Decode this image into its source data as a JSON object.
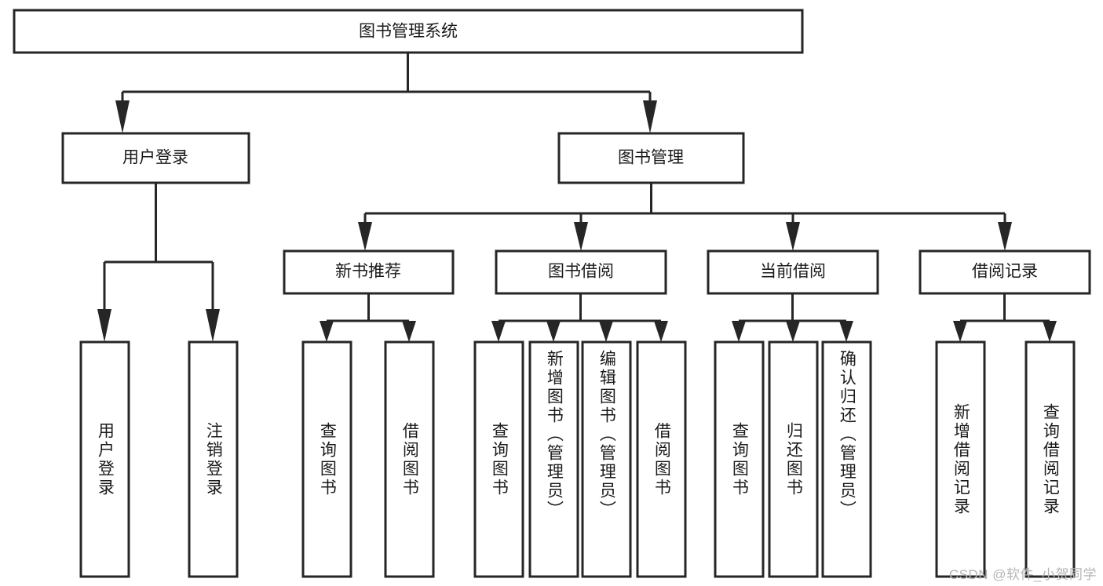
{
  "diagram": {
    "title": "图书管理系统",
    "type": "tree",
    "orientation": "top-down",
    "watermark": "CSDN @软件_小贺同学",
    "colors": {
      "stroke": "#262626",
      "fill": "#ffffff",
      "text": "#1a1a1a",
      "watermark": "#b5b5b5",
      "background": "#ffffff"
    },
    "levels": [
      {
        "level": 0,
        "nodes": [
          {
            "id": "root",
            "label": "图书管理系统",
            "orientation": "horizontal"
          }
        ]
      },
      {
        "level": 1,
        "nodes": [
          {
            "id": "user-login",
            "label": "用户登录",
            "orientation": "horizontal",
            "parent": "root"
          },
          {
            "id": "book-manage",
            "label": "图书管理",
            "orientation": "horizontal",
            "parent": "root"
          }
        ]
      },
      {
        "level": 2,
        "nodes": [
          {
            "id": "new-book-recommend",
            "label": "新书推荐",
            "orientation": "horizontal",
            "parent": "book-manage"
          },
          {
            "id": "book-borrow",
            "label": "图书借阅",
            "orientation": "horizontal",
            "parent": "book-manage"
          },
          {
            "id": "current-borrow",
            "label": "当前借阅",
            "orientation": "horizontal",
            "parent": "book-manage"
          },
          {
            "id": "borrow-record",
            "label": "借阅记录",
            "orientation": "horizontal",
            "parent": "book-manage"
          }
        ]
      },
      {
        "level": 3,
        "nodes": [
          {
            "id": "leaf-user-login",
            "label": "用户登录",
            "orientation": "vertical",
            "parent": "user-login"
          },
          {
            "id": "leaf-logout-login",
            "label": "注销登录",
            "orientation": "vertical",
            "parent": "user-login"
          },
          {
            "id": "leaf-query-book-1",
            "label": "查询图书",
            "orientation": "vertical",
            "parent": "new-book-recommend"
          },
          {
            "id": "leaf-borrow-book-1",
            "label": "借阅图书",
            "orientation": "vertical",
            "parent": "new-book-recommend"
          },
          {
            "id": "leaf-query-book-2",
            "label": "查询图书",
            "orientation": "vertical",
            "parent": "book-borrow"
          },
          {
            "id": "leaf-add-book",
            "label": "新增图书（管理员）",
            "orientation": "vertical",
            "parent": "book-borrow"
          },
          {
            "id": "leaf-edit-book",
            "label": "编辑图书（管理员）",
            "orientation": "vertical",
            "parent": "book-borrow"
          },
          {
            "id": "leaf-borrow-book-2",
            "label": "借阅图书",
            "orientation": "vertical",
            "parent": "book-borrow"
          },
          {
            "id": "leaf-query-book-3",
            "label": "查询图书",
            "orientation": "vertical",
            "parent": "current-borrow"
          },
          {
            "id": "leaf-return-book",
            "label": "归还图书",
            "orientation": "vertical",
            "parent": "current-borrow"
          },
          {
            "id": "leaf-confirm-return",
            "label": "确认归还（管理员）",
            "orientation": "vertical",
            "parent": "current-borrow"
          },
          {
            "id": "leaf-add-record",
            "label": "新增借阅记录",
            "orientation": "vertical",
            "parent": "borrow-record"
          },
          {
            "id": "leaf-query-record",
            "label": "查询借阅记录",
            "orientation": "vertical",
            "parent": "borrow-record"
          }
        ]
      }
    ]
  }
}
